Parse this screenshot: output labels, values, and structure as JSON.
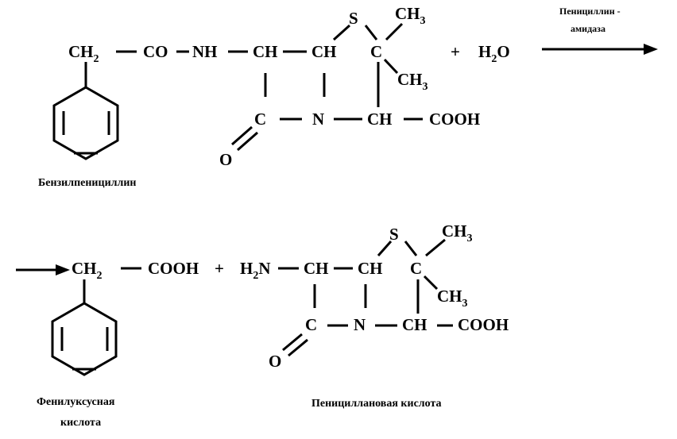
{
  "reaction_1": {
    "reactant": {
      "atoms": {
        "ch2": "CH2",
        "co": "CO",
        "nh": "NH",
        "ch_a": "CH",
        "ch_b": "CH",
        "s": "S",
        "ch3_top": "CH3",
        "c_quat": "C",
        "ch3_side": "CH3",
        "c_lactam": "C",
        "o": "O",
        "n": "N",
        "ch_ring": "CH",
        "cooh": "COOH"
      },
      "caption": "Бензилпенициллин"
    },
    "plus": "+",
    "water": "H2O",
    "enzyme": [
      "Пенициллин -",
      "амидаза"
    ]
  },
  "reaction_2": {
    "product_1": {
      "atoms": {
        "ch2": "CH2",
        "cooh": "COOH"
      },
      "caption": [
        "Фенилуксусная",
        "кислота"
      ]
    },
    "plus": "+",
    "product_2": {
      "atoms": {
        "h2n": "H2N",
        "ch_a": "CH",
        "ch_b": "CH",
        "s": "S",
        "ch3_top": "CH3",
        "c_quat": "C",
        "ch3_side": "CH3",
        "c_lactam": "C",
        "o": "O",
        "n": "N",
        "ch_ring": "CH",
        "cooh": "COOH"
      },
      "caption": "Пенициллановая кислота"
    }
  }
}
